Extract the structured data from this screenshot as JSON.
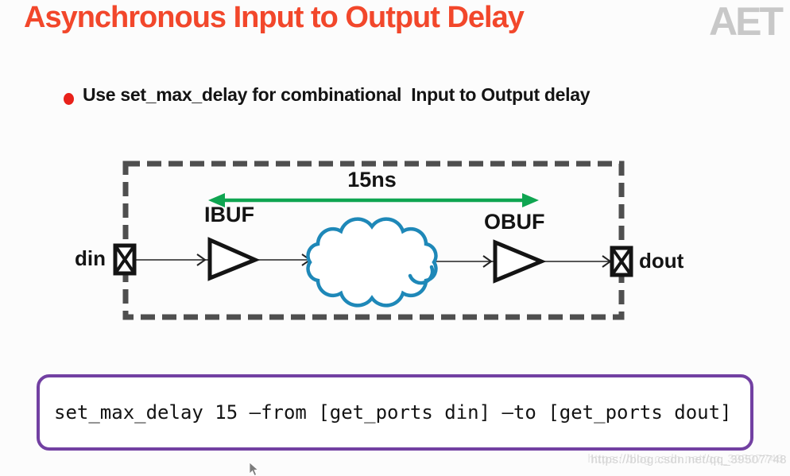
{
  "slide": {
    "title": "Asynchronous Input to Output Delay",
    "logo_text": "AET",
    "bullet_text": "Use set_max_delay for combinational  Input to Output delay"
  },
  "diagram": {
    "delay_label": "15ns",
    "ibuf_label": "IBUF",
    "obuf_label": "OBUF",
    "din_label": "din",
    "dout_label": "dout"
  },
  "code_box": {
    "command": "set_max_delay 15 –from [get_ports din] –to [get_ports dout]"
  },
  "watermark": {
    "url_text": "https://blog.csdn.net/qq_39507748"
  },
  "colors": {
    "title_red": "#F2472B",
    "bullet_dot_red": "#E8211A",
    "arrow_green": "#0FA551",
    "cloud_blue": "#1E88B8",
    "boundary_gray": "#4F4F4F",
    "code_border_purple": "#7240A2",
    "logo_gray": "#C8C8C8"
  }
}
